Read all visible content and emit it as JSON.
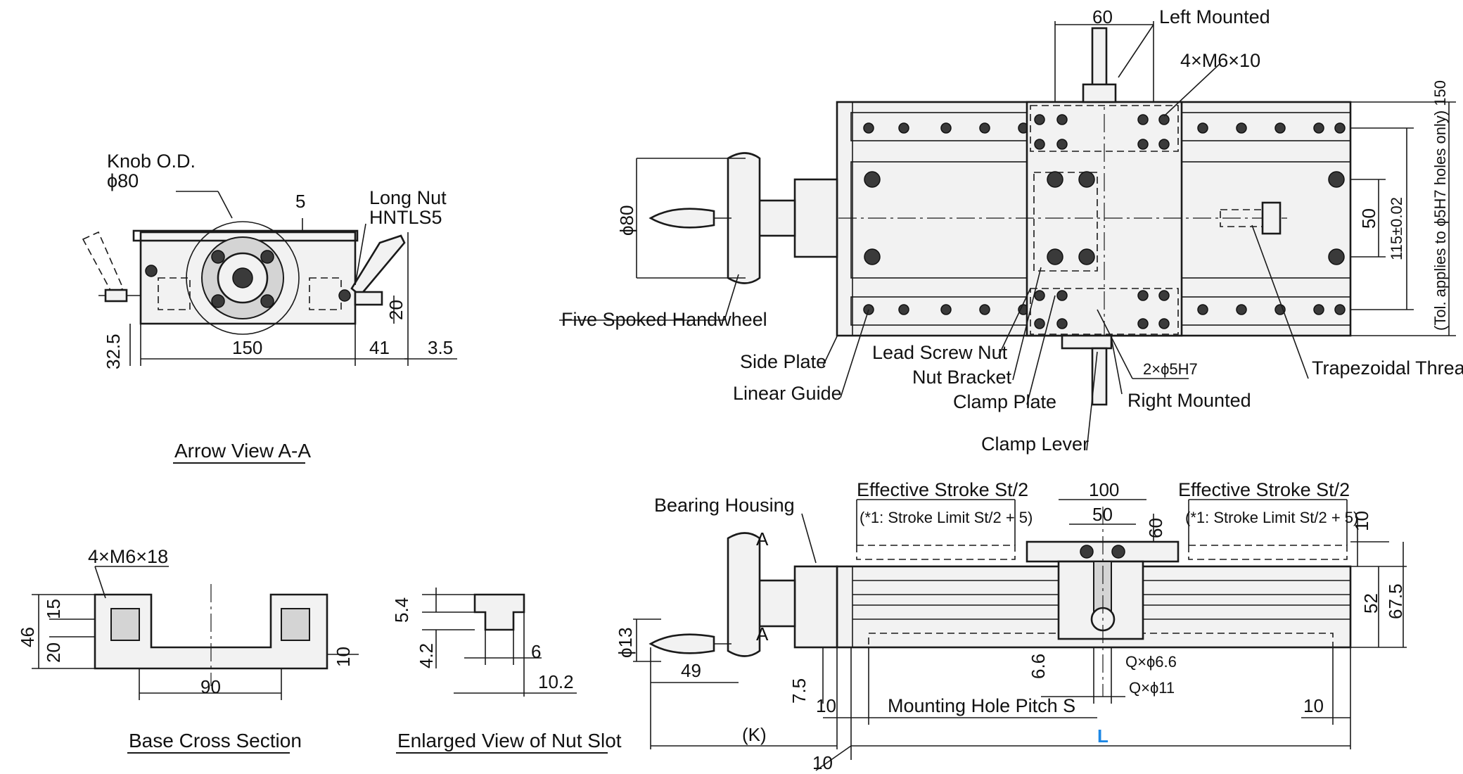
{
  "arrow_view": {
    "caption": "Arrow View A-A",
    "knob_label": "Knob O.D.",
    "knob_dim": "ϕ80",
    "nut_label_1": "Long Nut",
    "nut_label_2": "HNTLS5",
    "dim_5": "5",
    "dim_150": "150",
    "dim_41": "41",
    "dim_3_5": "3.5",
    "dim_32_5": "32.5",
    "dim_20": "20"
  },
  "base_section": {
    "caption": "Base Cross Section",
    "tap_label": "4×M6×18",
    "dim_46": "46",
    "dim_15": "15",
    "dim_20": "20",
    "dim_90": "90",
    "dim_10": "10"
  },
  "nut_slot": {
    "caption": "Enlarged View of Nut Slot",
    "dim_5_4": "5.4",
    "dim_4_2": "4.2",
    "dim_6": "6",
    "dim_10_2": "10.2"
  },
  "top_view": {
    "dim_60": "60",
    "left_mounted": "Left Mounted",
    "tap_label": "4×M6×10",
    "dim_phi80": "ϕ80",
    "handwheel_label": "Five Spoked Handwheel",
    "side_plate": "Side Plate",
    "linear_guide": "Linear Guide",
    "lead_screw_nut": "Lead Screw Nut",
    "nut_bracket": "Nut Bracket",
    "clamp_plate": "Clamp Plate",
    "clamp_lever": "Clamp Lever",
    "pin_holes": "2×ϕ5H7",
    "right_mounted": "Right Mounted",
    "trapezoidal": "Trapezoidal Thread",
    "dim_50": "50",
    "dim_115": "115±0.02",
    "dim_150_note": "(Tol. applies to ϕ5H7 holes only) 150"
  },
  "side_view": {
    "bearing_housing": "Bearing Housing",
    "stroke_left": "Effective Stroke St/2",
    "stroke_right": "Effective Stroke St/2",
    "limit_left": "(*1: Stroke Limit St/2 + 5)",
    "limit_right": "(*1: Stroke Limit St/2 + 5)",
    "dim_100": "100",
    "dim_50": "50",
    "dim_60": "60",
    "dim_10_top": "10",
    "dim_52": "52",
    "dim_67_5": "67.5",
    "section_mark": "A",
    "dim_phi13": "ϕ13",
    "dim_49": "49",
    "dim_7_5": "7.5",
    "dim_6_6": "6.6",
    "q_hole_1": "Q×ϕ6.6",
    "q_hole_2": "Q×ϕ11",
    "dim_10_a": "10",
    "pitch_label": "Mounting Hole Pitch S",
    "dim_10_b": "10",
    "dim_k": "(K)",
    "dim_L": "L",
    "dim_10_c": "10",
    "accent_color": "#1e88e5"
  }
}
